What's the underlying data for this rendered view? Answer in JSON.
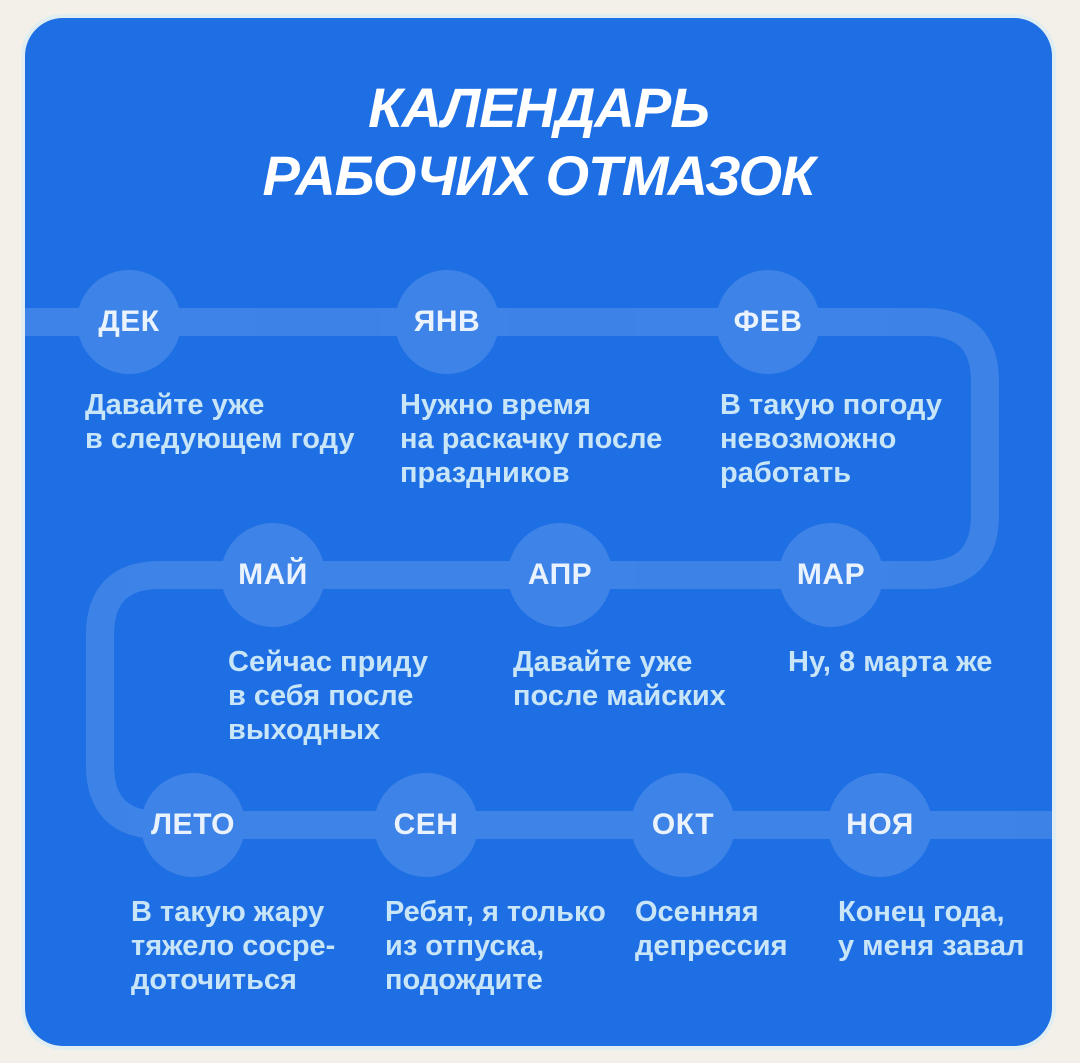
{
  "title": {
    "line1": "КАЛЕНДАРЬ",
    "line2": "РАБОЧИХ ОТМАЗОК"
  },
  "colors": {
    "canvas_bg": "#F2F0E9",
    "card_bg": "#1E6FE4",
    "track": "#FFFFFF",
    "track_opacity": "0.14",
    "month_text": "#EAF3FD",
    "excuse_text": "#C9E5F8",
    "title_text": "#FFFFFF"
  },
  "timeline": {
    "stations": [
      {
        "row": 1,
        "month": "ДЕК",
        "excuse": "Давайте уже\nв следующем году"
      },
      {
        "row": 1,
        "month": "ЯНВ",
        "excuse": "Нужно время\nна раскачку после\nпраздников"
      },
      {
        "row": 1,
        "month": "ФЕВ",
        "excuse": "В такую погоду\nневозможно\nработать"
      },
      {
        "row": 2,
        "month": "МАЙ",
        "excuse": "Сейчас приду\nв себя после\nвыходных"
      },
      {
        "row": 2,
        "month": "АПР",
        "excuse": "Давайте уже\nпосле майских"
      },
      {
        "row": 2,
        "month": "МАР",
        "excuse": "Ну, 8 марта же"
      },
      {
        "row": 3,
        "month": "ЛЕТО",
        "excuse": "В такую жару\nтяжело сосре-\nдоточиться"
      },
      {
        "row": 3,
        "month": "СЕН",
        "excuse": "Ребят, я только\nиз отпуска,\nподождите"
      },
      {
        "row": 3,
        "month": "ОКТ",
        "excuse": "Осенняя\nдепрессия"
      },
      {
        "row": 3,
        "month": "НОЯ",
        "excuse": "Конец года,\nу меня завал"
      }
    ]
  }
}
